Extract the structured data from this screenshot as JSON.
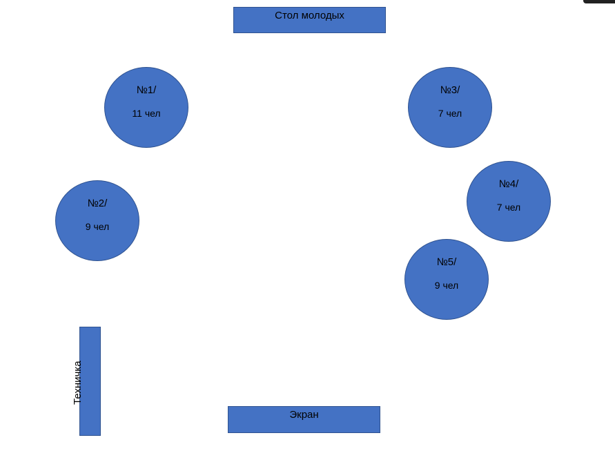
{
  "colors": {
    "table_fill": "#4472c4",
    "table_border": "#2f528f",
    "text": "#000000",
    "background": "#ffffff"
  },
  "head_table": {
    "label": "Стол молодых"
  },
  "screen": {
    "label": "Экран"
  },
  "technician": {
    "label": "Техничка"
  },
  "tables": [
    {
      "number": "№1/",
      "guests": "11 чел"
    },
    {
      "number": "№2/",
      "guests": "9 чел"
    },
    {
      "number": "№3/",
      "guests": "7 чел"
    },
    {
      "number": "№4/",
      "guests": "7 чел"
    },
    {
      "number": "№5/",
      "guests": "9 чел"
    }
  ]
}
